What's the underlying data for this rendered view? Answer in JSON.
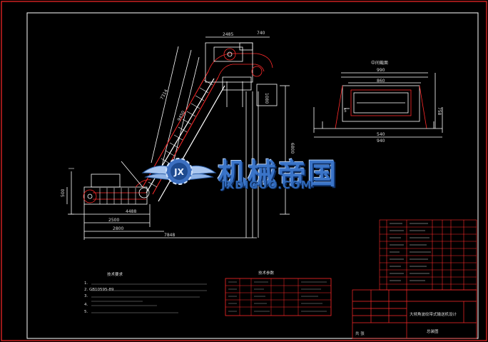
{
  "drawing": {
    "title_block_title": "大倾角波纹带式输送机设计",
    "drawing_name": "总装图",
    "mark_small": "共 张"
  },
  "watermark": {
    "brand_cn": "机械帝国",
    "brand_en": "JXDIGUO.COM",
    "logo_letters": "JX"
  },
  "dimensions": {
    "side_view": [
      "2485",
      "7314",
      "9450",
      "6800",
      "1080",
      "740",
      "2500",
      "2800",
      "7848",
      "4488",
      "500"
    ],
    "section_title": "中间截面",
    "section": [
      "990",
      "860",
      "758",
      "5",
      "540",
      "940"
    ]
  },
  "notes": {
    "heading": "技术要求",
    "items": [
      "1.",
      "2. GB10595-89",
      "3.",
      "4.",
      "5."
    ]
  },
  "spec_table": {
    "heading": "技术参数",
    "rows": [
      [
        "",
        "",
        "",
        "",
        ""
      ],
      [
        "",
        "",
        "",
        "",
        ""
      ],
      [
        "",
        "",
        "",
        "",
        ""
      ],
      [
        "",
        "",
        "",
        "",
        ""
      ],
      [
        "",
        "",
        "",
        "",
        ""
      ]
    ]
  },
  "colors": {
    "background": "#000000",
    "lines": "#ffffff",
    "accent": "#ff2020",
    "dimension": "#dcdcdc",
    "watermark": "#3a74c8"
  }
}
